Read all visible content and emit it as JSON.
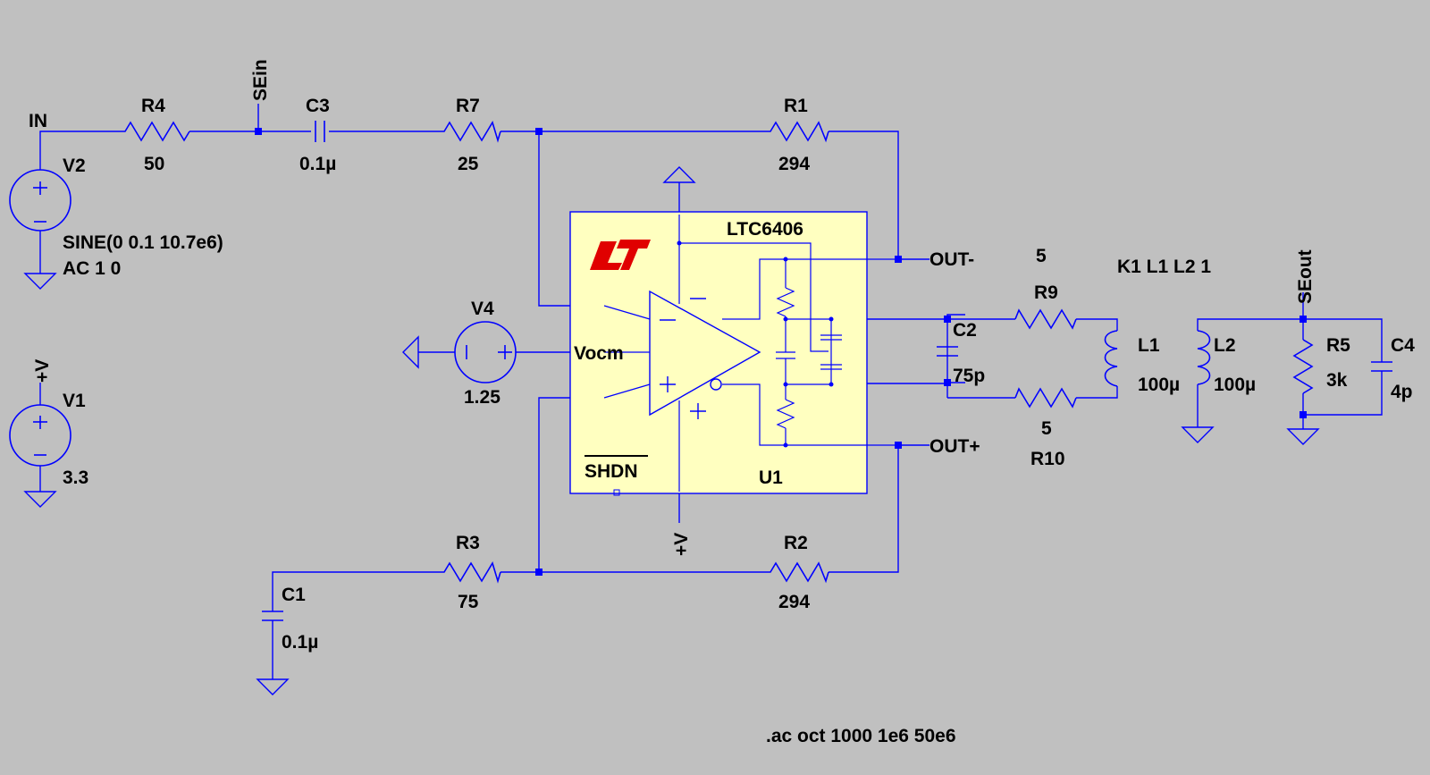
{
  "nets": {
    "in": "IN",
    "sein": "SEin",
    "seout": "SEout",
    "out_neg": "OUT-",
    "out_pos": "OUT+",
    "vcc_v1": "+V",
    "vcc_ic": "+V",
    "vocm": "Vocm",
    "shdn": "SHDN"
  },
  "components": {
    "r4": {
      "name": "R4",
      "value": "50"
    },
    "c3": {
      "name": "C3",
      "value": "0.1µ"
    },
    "r7": {
      "name": "R7",
      "value": "25"
    },
    "r1": {
      "name": "R1",
      "value": "294"
    },
    "r3": {
      "name": "R3",
      "value": "75"
    },
    "r2": {
      "name": "R2",
      "value": "294"
    },
    "c1": {
      "name": "C1",
      "value": "0.1µ"
    },
    "v2": {
      "name": "V2",
      "value": "SINE(0 0.1 10.7e6)",
      "ac": "AC 1 0"
    },
    "v1": {
      "name": "V1",
      "value": "3.3"
    },
    "v4": {
      "name": "V4",
      "value": "1.25"
    },
    "u1": {
      "name": "U1",
      "part": "LTC6406"
    },
    "c2": {
      "name": "C2",
      "value": "75p"
    },
    "r9": {
      "name": "R9",
      "value": "5"
    },
    "r10": {
      "name": "R10",
      "value": "5"
    },
    "l1": {
      "name": "L1",
      "value": "100µ"
    },
    "l2": {
      "name": "L2",
      "value": "100µ"
    },
    "r5": {
      "name": "R5",
      "value": "3k"
    },
    "c4": {
      "name": "C4",
      "value": "4p"
    }
  },
  "directives": {
    "coupling": "K1 L1 L2 1",
    "analysis": ".ac oct 1000 1e6 50e6"
  },
  "colors": {
    "background": "#c0c0c0",
    "wire": "#0000ff",
    "ic_fill": "#ffffc0",
    "logo": "#e00000",
    "text": "#000000"
  }
}
